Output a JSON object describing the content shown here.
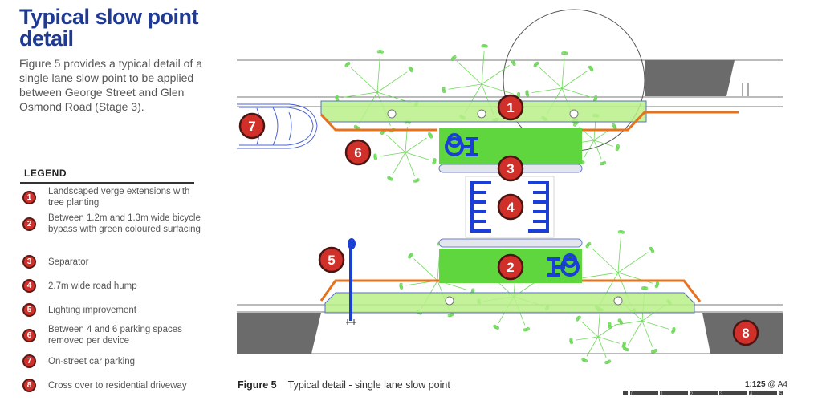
{
  "heading": "Typical slow point detail",
  "intro": "Figure 5 provides a typical detail of a single lane slow point to be applied between George Street and Glen Osmond Road (Stage 3).",
  "legend": {
    "title": "LEGEND",
    "items": [
      {
        "num": "1",
        "text": "Landscaped verge extensions with tree planting"
      },
      {
        "num": "2",
        "text": "Between 1.2m and 1.3m wide bicycle bypass with green coloured surfacing"
      },
      {
        "num": "3",
        "text": "Separator"
      },
      {
        "num": "4",
        "text": "2.7m wide road hump"
      },
      {
        "num": "5",
        "text": "Lighting improvement"
      },
      {
        "num": "6",
        "text": "Between 4 and 6 parking spaces removed per device"
      },
      {
        "num": "7",
        "text": "On-street car parking"
      },
      {
        "num": "8",
        "text": "Cross over to residential driveway"
      }
    ]
  },
  "figure": {
    "label": "Figure 5",
    "caption": "Typical detail - single lane slow point",
    "scale": "1:125",
    "paper": "@ A4",
    "scale_ticks": [
      "0",
      "1",
      "2",
      "3",
      "4",
      "5"
    ]
  },
  "markers": [
    "1",
    "2",
    "3",
    "4",
    "5",
    "6",
    "7",
    "8"
  ],
  "colors": {
    "title": "#1f3a93",
    "marker": "#d1302a",
    "verge": "#b8f08a",
    "bike_lane": "#5fd63e",
    "bike_symbol": "#1a3fd6",
    "parking_line": "#e8711c",
    "driveway": "#6b6b6b"
  }
}
